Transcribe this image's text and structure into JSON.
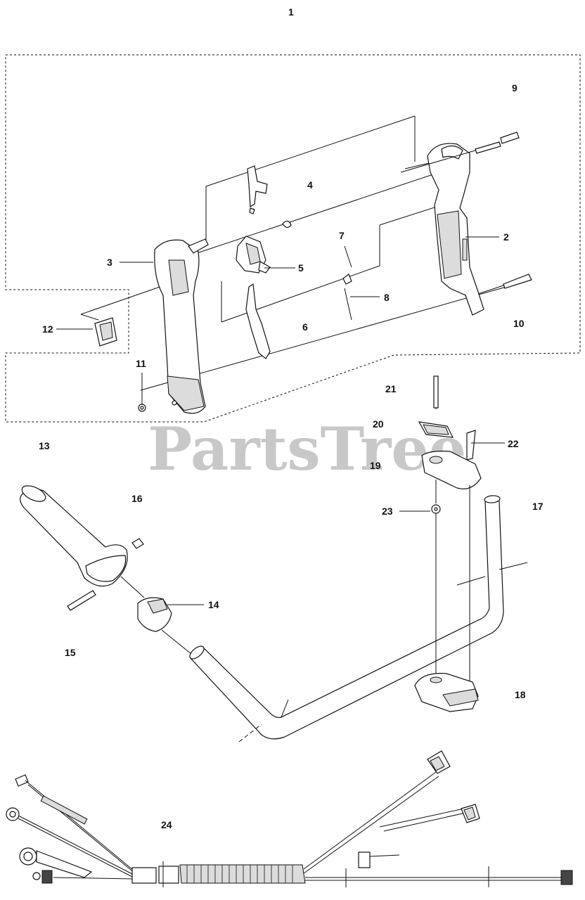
{
  "watermark": "PartsTree",
  "callouts": {
    "c1": "1",
    "c2": "2",
    "c3": "3",
    "c4": "4",
    "c5": "5",
    "c6": "6",
    "c7": "7",
    "c8": "8",
    "c9": "9",
    "c10": "10",
    "c11": "11",
    "c12": "12",
    "c13": "13",
    "c14": "14",
    "c15": "15",
    "c16": "16",
    "c17": "17",
    "c18": "18",
    "c19": "19",
    "c20": "20",
    "c21": "21",
    "c22": "22",
    "c23": "23",
    "c24": "24"
  }
}
